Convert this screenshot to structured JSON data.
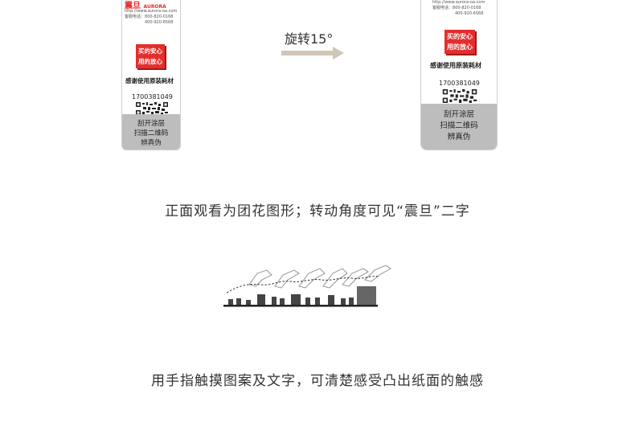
{
  "label_left": {
    "brand_cn": "震旦",
    "brand_en": "AURORA",
    "url": "http://www.aurora-oa.com",
    "hotline_label": "客服电话：",
    "hotline_1": "800-820-0168",
    "hotline_2": "400-920-6568",
    "slogan_line1": "买的安心",
    "slogan_line2": "用的放心",
    "thanks": "感谢使用原装耗材",
    "code": "1700381049",
    "scratch_line1": "刮开涂层",
    "scratch_line2": "扫描二维码",
    "scratch_line3": "辨真伪"
  },
  "label_right": {
    "url": "http://www.aurora-oa.com",
    "hotline_label": "客服电话：",
    "hotline_1": "800-820-0168",
    "hotline_2": "400-920-6568",
    "slogan_line1": "买的安心",
    "slogan_line2": "用的放心",
    "thanks": "感谢使用原装耗材",
    "code": "1700381049",
    "scratch_line1": "刮开涂层",
    "scratch_line2": "扫描二维码",
    "scratch_line3": "辨真伪"
  },
  "rotate_label": "旋转15°",
  "caption_1": "正面观看为团花图形；转动角度可见“震旦”二字",
  "caption_2": "用手指触摸图案及文字，可清楚感受凸出纸面的触感",
  "colors": {
    "red": "#e52d2d",
    "gray_band": "#bdbdbd",
    "arrow": "#cfc6b8",
    "text": "#333333"
  }
}
